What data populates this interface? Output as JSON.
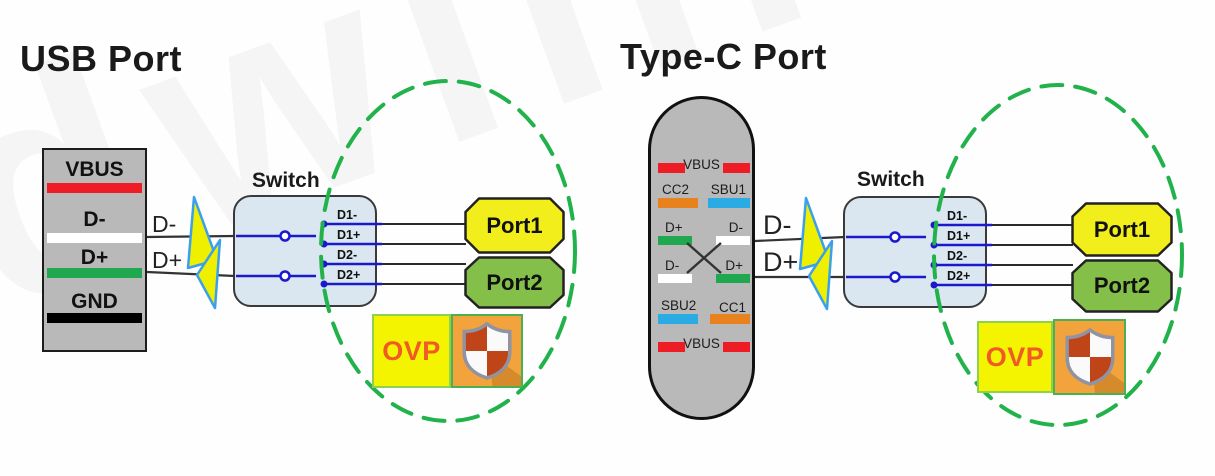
{
  "watermark": {
    "text": "dwinic"
  },
  "colors": {
    "vbus_red": "#ee1c25",
    "dminus_white": "#ffffff",
    "dplus_green": "#1fa84f",
    "gnd_black": "#000000",
    "cc_orange": "#e8821e",
    "sbu_blue": "#2aabe4",
    "wire_blue": "#1a1acc",
    "ellipse_green": "#21b24b",
    "port1_yellow": "#f2ee1c",
    "port2_green": "#84bf4a",
    "ovp_text_orange": "#f05a24",
    "shield_orange_bg": "#f2a33c",
    "shield_red": "#bf4418",
    "switch_fill": "#dae7f0",
    "connector_gray": "#b9b9b9"
  },
  "usb": {
    "title": "USB Port",
    "pins": [
      {
        "label": "VBUS",
        "color": "#ee1c25"
      },
      {
        "label": "D-",
        "color": "#ffffff"
      },
      {
        "label": "D+",
        "color": "#1fa84f"
      },
      {
        "label": "GND",
        "color": "#000000"
      }
    ],
    "wire_labels": [
      "D-",
      "D+"
    ],
    "switch_label": "Switch",
    "outputs": [
      "D1-",
      "D1+",
      "D2-",
      "D2+"
    ],
    "ports": [
      "Port1",
      "Port2"
    ],
    "ovp_label": "OVP"
  },
  "typec": {
    "title": "Type-C Port",
    "pins": {
      "vbus_top": "VBUS",
      "cc2": "CC2",
      "sbu1": "SBU1",
      "dplus_left": "D+",
      "dminus_right": "D-",
      "dminus_left": "D-",
      "dplus_right": "D+",
      "sbu2": "SBU2",
      "cc1": "CC1",
      "vbus_bottom": "VBUS"
    },
    "wire_labels": [
      "D-",
      "D+"
    ],
    "switch_label": "Switch",
    "outputs": [
      "D1-",
      "D1+",
      "D2-",
      "D2+"
    ],
    "ports": [
      "Port1",
      "Port2"
    ],
    "ovp_label": "OVP"
  }
}
